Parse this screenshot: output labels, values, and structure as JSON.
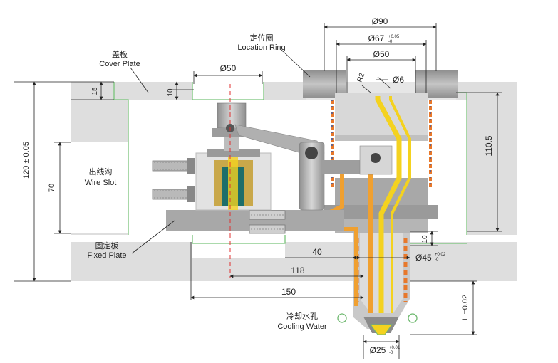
{
  "labels": {
    "cover_plate_cn": "盖板",
    "cover_plate_en": "Cover Plate",
    "location_ring_cn": "定位圈",
    "location_ring_en": "Location Ring",
    "wire_slot_cn": "出线沟",
    "wire_slot_en": "Wire Slot",
    "fixed_plate_cn": "固定板",
    "fixed_plate_en": "Fixed Plate",
    "cooling_water_cn": "冷却水孔",
    "cooling_water_en": "Cooling Water"
  },
  "dimensions": {
    "d90": "Ø90",
    "d67": "Ø67",
    "d67_tol_upper": "+0.05",
    "d67_tol_lower": "-0",
    "d50_top": "Ø50",
    "d50_left": "Ø50",
    "r2": "R2",
    "d6": "Ø6",
    "h15": "15",
    "h10_top": "10",
    "h120": "120 ± 0.05",
    "h70": "70",
    "h110_5": "110.5",
    "h10_right": "10",
    "l40": "40",
    "d45": "Ø45",
    "d45_tol_upper": "+0.02",
    "d45_tol_lower": "-0",
    "l118": "118",
    "l150": "150",
    "l_tol": "L ±0.02",
    "d25": "Ø25",
    "d25_tol_upper": "+0.01",
    "d25_tol_lower": "-0"
  },
  "colors": {
    "plate_gray": "#dcdcdc",
    "plate_edge": "#b4b4b4",
    "metal_gray": "#a9a9a9",
    "green_line": "#79c47a",
    "hot_yellow": "#f4d21f",
    "melt_orange": "#f0a030",
    "heater_orange": "#e8782a",
    "heater_blue": "#3a5aa8",
    "brass": "#c9a84a",
    "dark_teal": "#1e6e6a",
    "leader_red": "#e03030"
  }
}
